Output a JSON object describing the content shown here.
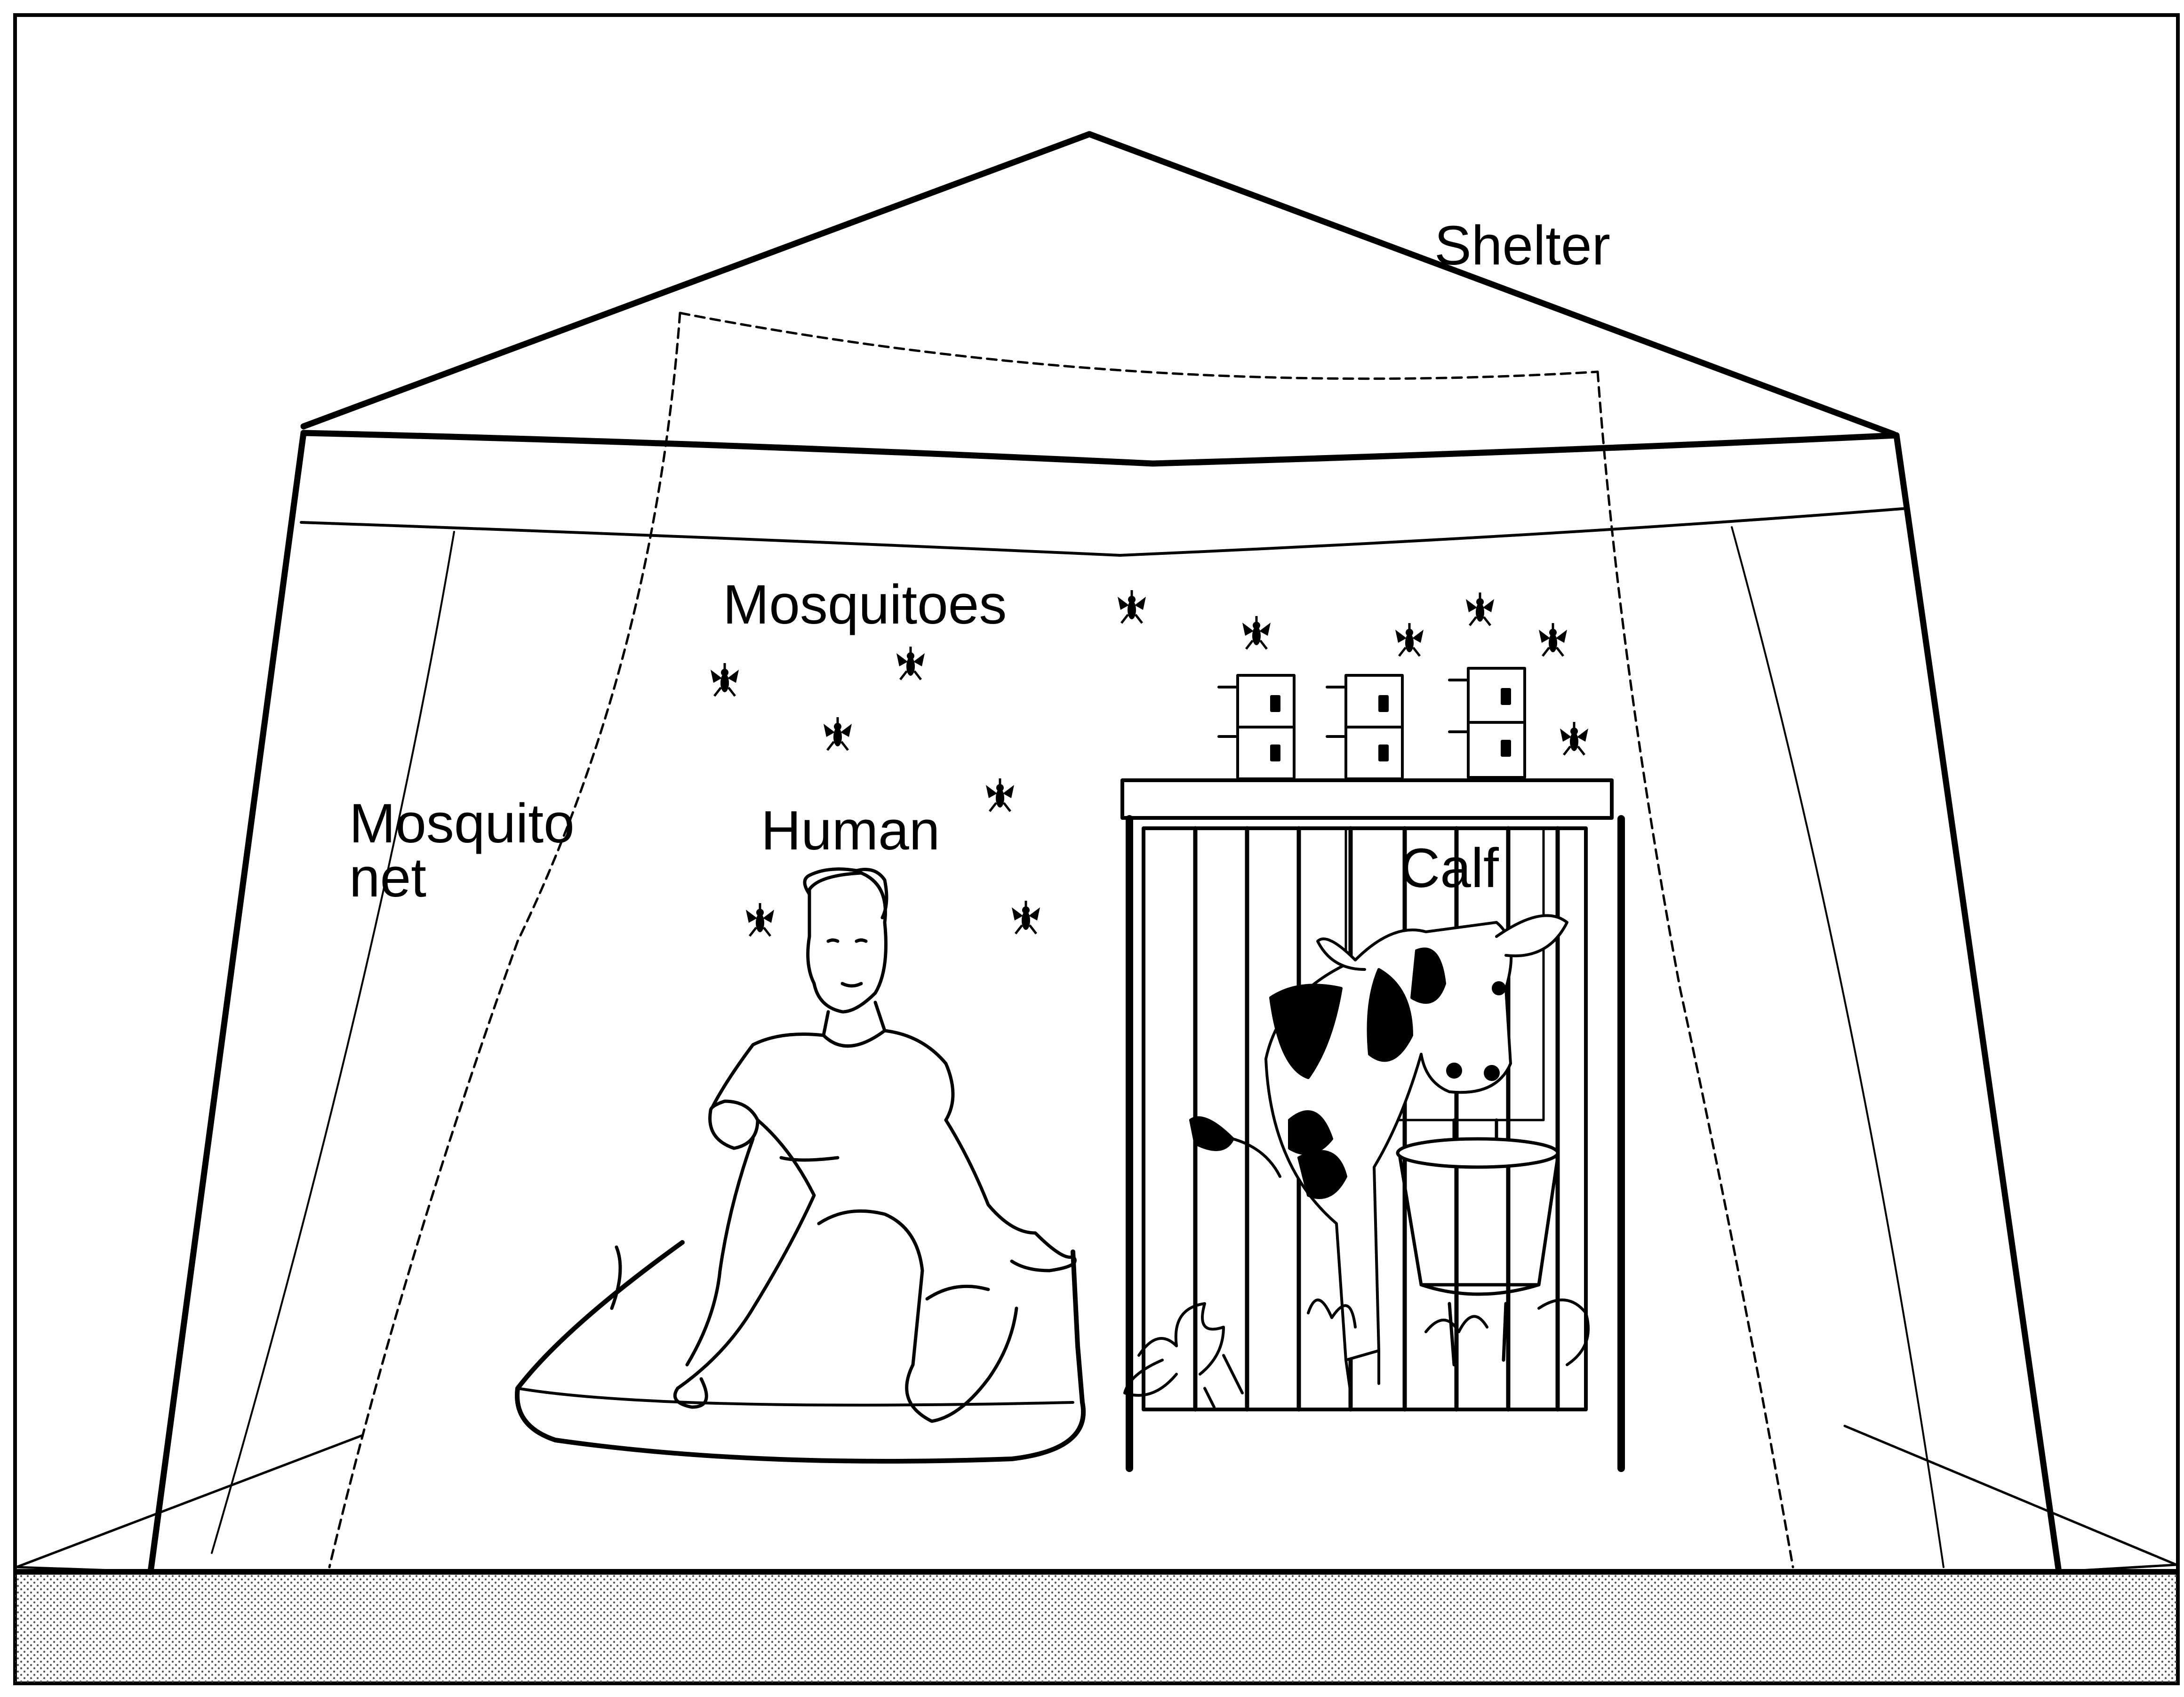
{
  "labels": {
    "shelter": "Shelter",
    "mosquitoes": "Mosquitoes",
    "mosquito_net_line1": "Mosquito",
    "mosquito_net_line2": "net",
    "human": "Human",
    "calf": "Calf"
  },
  "icons": {
    "mosquito": "mosquito-icon",
    "trap": "trap-box-icon"
  },
  "colors": {
    "ink": "#000000",
    "background": "#ffffff",
    "ground_dot": "#555555"
  }
}
